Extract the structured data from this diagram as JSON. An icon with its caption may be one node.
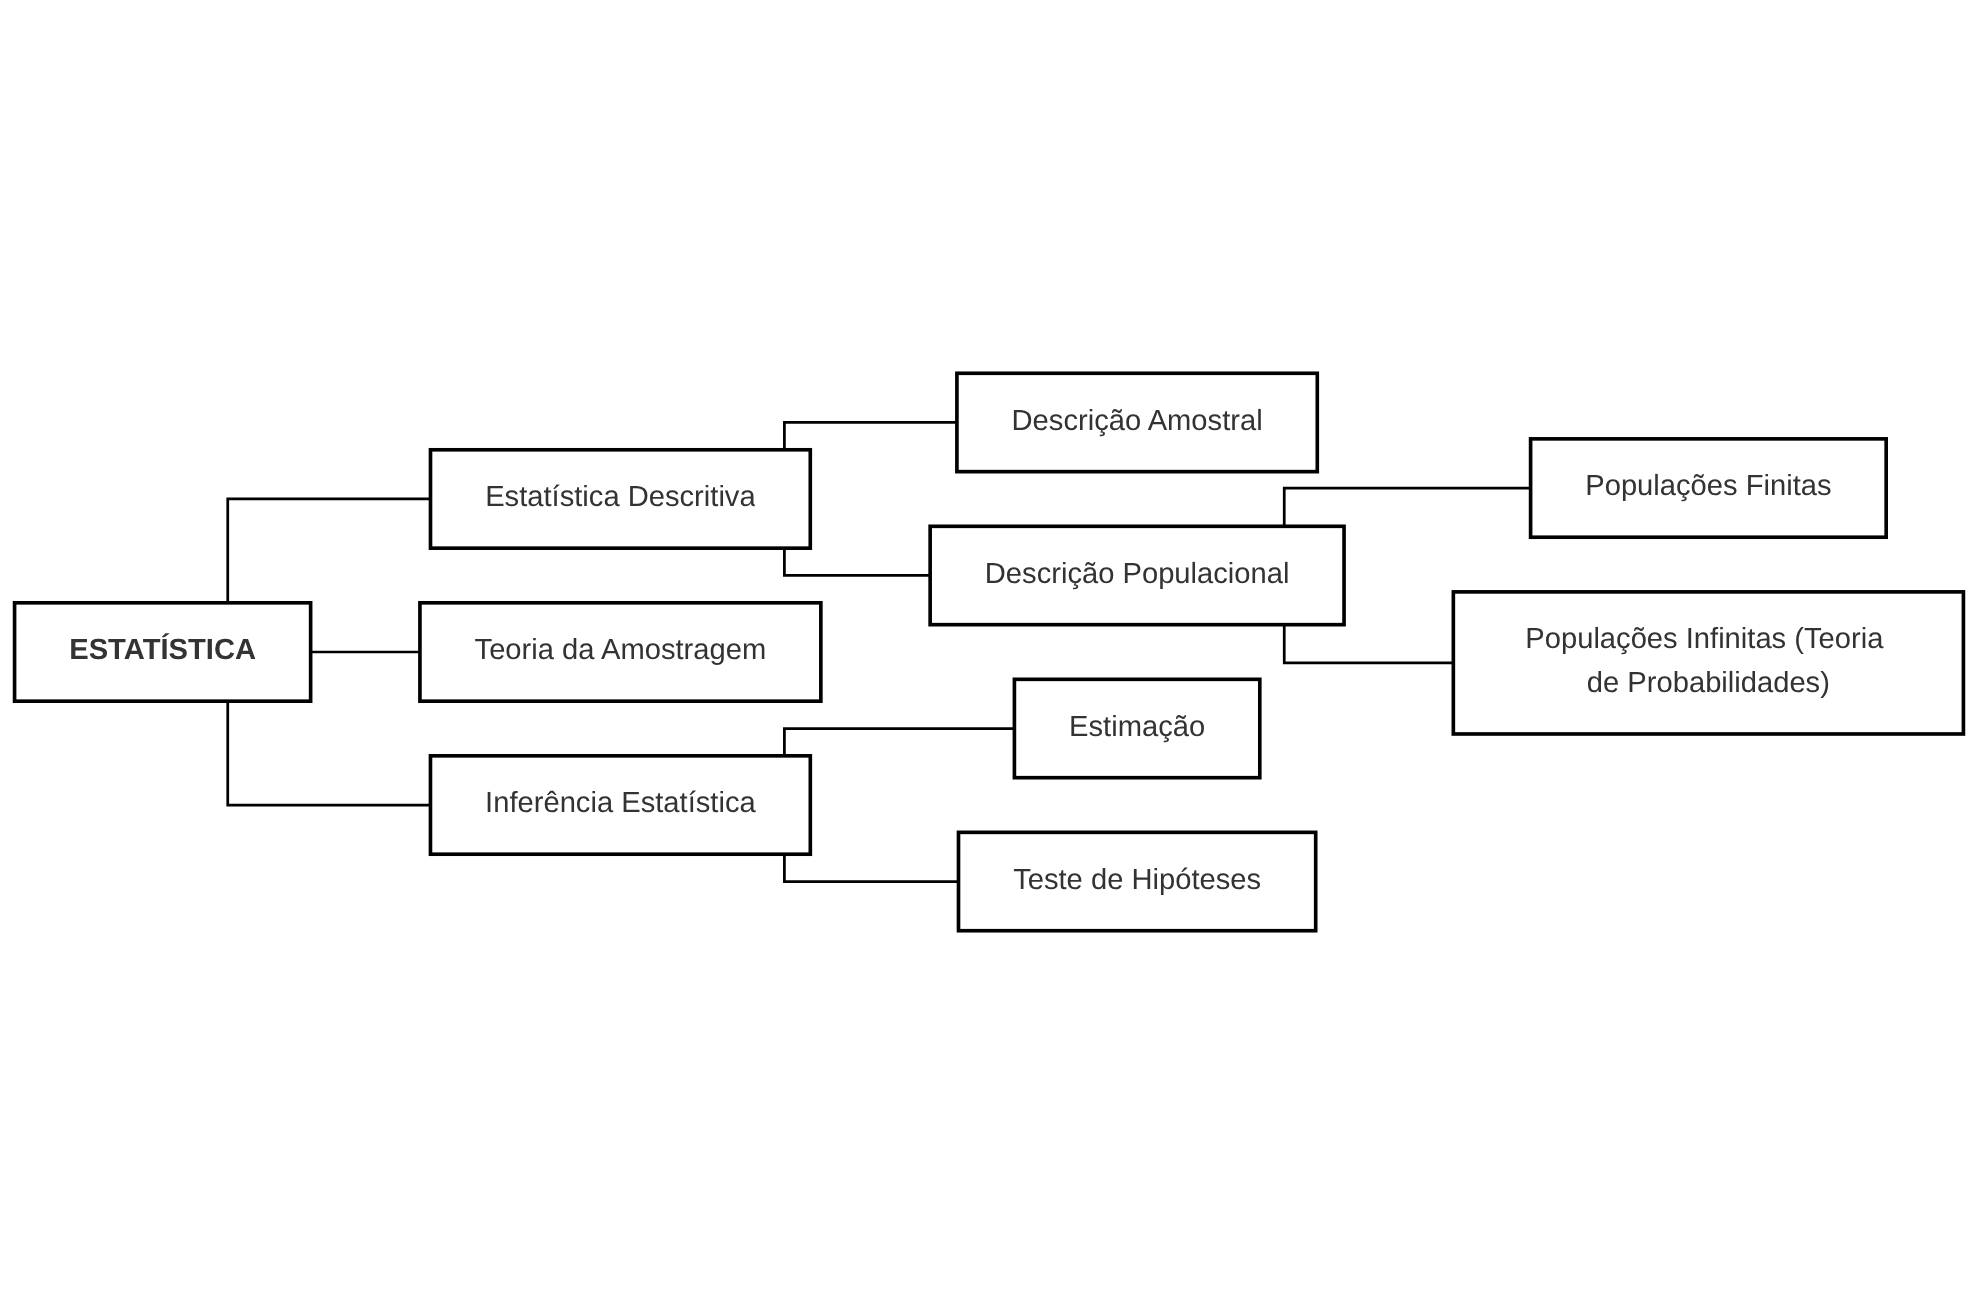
{
  "diagram": {
    "nodes": [
      {
        "text": [
          "ESTATÍSTICA"
        ]
      },
      {
        "text": [
          "Estatística Descritiva"
        ]
      },
      {
        "text": [
          "Descrição Amostral"
        ]
      },
      {
        "text": [
          "Descrição Populacional"
        ]
      },
      {
        "text": [
          "Populações Finitas"
        ]
      },
      {
        "text": [
          "Populações Infinitas (Teoria de Probabilidades)"
        ]
      },
      {
        "text": [
          "Teoria da Amostragem"
        ]
      },
      {
        "text": [
          "Inferência Estatística"
        ]
      },
      {
        "text": [
          "Estimação"
        ]
      },
      {
        "text": [
          "Teste de Hipóteses"
        ]
      }
    ],
    "edges": [
      {
        "from": 0,
        "to": 1,
        "arrow": "none"
      },
      {
        "from": 0,
        "to": 6,
        "arrow": "none"
      },
      {
        "from": 0,
        "to": 7,
        "arrow": "none"
      },
      {
        "from": 1,
        "to": 2,
        "arrow": "none"
      },
      {
        "from": 1,
        "to": 3,
        "arrow": "none"
      },
      {
        "from": 3,
        "to": 4,
        "arrow": "none"
      },
      {
        "from": 3,
        "to": 5,
        "arrow": "none"
      },
      {
        "from": 7,
        "to": 8,
        "arrow": "none"
      },
      {
        "from": 7,
        "to": 9,
        "arrow": "none"
      }
    ]
  }
}
